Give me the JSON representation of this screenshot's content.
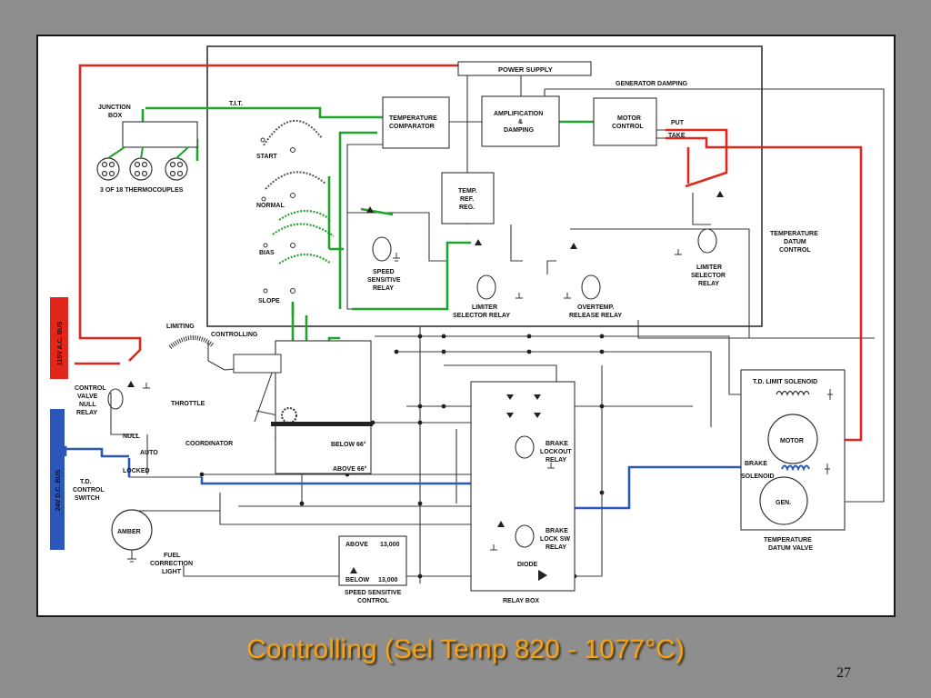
{
  "slide": {
    "title": "Controlling (Sel Temp 820 - 1077°C)",
    "number": "27"
  },
  "colors": {
    "background": "#8e8e8e",
    "panel": "#ffffff",
    "wire": "#3a3a3a",
    "green_circuit": "#1fa32a",
    "red_circuit": "#e2261b",
    "blue_circuit": "#2a57b8",
    "title_text": "#f5a21a"
  },
  "diagram": {
    "labels": {
      "power_supply": "POWER SUPPLY",
      "generator_damping": "GENERATOR DAMPING",
      "tit": "T.I.T.",
      "junction_box_1": "JUNCTION",
      "junction_box_2": "BOX",
      "thermocouples": "3 OF 18 THERMOCOUPLES",
      "temp_comparator_1": "TEMPERATURE",
      "temp_comparator_2": "COMPARATOR",
      "amplification_1": "AMPLIFICATION",
      "amplification_2": "&",
      "amplification_3": "DAMPING",
      "motor_control_1": "MOTOR",
      "motor_control_2": "CONTROL",
      "put": "PUT",
      "take": "TAKE",
      "temp_ref_1": "TEMP.",
      "temp_ref_2": "REF.",
      "temp_ref_3": "REG.",
      "start": "START",
      "normal": "NORMAL",
      "bias": "BIAS",
      "slope": "SLOPE",
      "speed_relay_1": "SPEED",
      "speed_relay_2": "SENSITIVE",
      "speed_relay_3": "RELAY",
      "limiter_relay_a_1": "LIMITER",
      "limiter_relay_a_2": "SELECTOR RELAY",
      "overtemp_1": "OVERTEMP.",
      "overtemp_2": "RELEASE RELAY",
      "limiter_relay_b_1": "LIMITER",
      "limiter_relay_b_2": "SELECTOR",
      "limiter_relay_b_3": "RELAY",
      "td_control_1": "TEMPERATURE",
      "td_control_2": "DATUM",
      "td_control_3": "CONTROL",
      "bus_115": "115V A.C. BUS",
      "bus_24": "24V D.C. BUS",
      "limiting": "LIMITING",
      "controlling": "CONTROLLING",
      "throttle": "THROTTLE",
      "cv_relay_1": "CONTROL",
      "cv_relay_2": "VALVE",
      "cv_relay_3": "NULL",
      "cv_relay_4": "RELAY",
      "null": "NULL",
      "auto": "AUTO",
      "locked": "LOCKED",
      "coordinator": "COORDINATOR",
      "below_66": "BELOW 66°",
      "above_66": "ABOVE 66°",
      "td_switch_1": "T.D.",
      "td_switch_2": "CONTROL",
      "td_switch_3": "SWITCH",
      "amber": "AMBER",
      "fuel_light_1": "FUEL",
      "fuel_light_2": "CORRECTION",
      "fuel_light_3": "LIGHT",
      "ssc_above": "ABOVE",
      "ssc_13000_a": "13,000",
      "ssc_below": "BELOW",
      "ssc_13000_b": "13,000",
      "ssc_1": "SPEED SENSITIVE",
      "ssc_2": "CONTROL",
      "brake_lockout_1": "BRAKE",
      "brake_lockout_2": "LOCKOUT",
      "brake_lockout_3": "RELAY",
      "brake_lock_sw_1": "BRAKE",
      "brake_lock_sw_2": "LOCK SW",
      "brake_lock_sw_3": "RELAY",
      "diode": "DIODE",
      "relay_box": "RELAY BOX",
      "td_limit_solenoid": "T.D. LIMIT SOLENOID",
      "motor": "MOTOR",
      "brake": "BRAKE",
      "solenoid": "SOLENOID",
      "gen": "GEN.",
      "td_valve_1": "TEMPERATURE",
      "td_valve_2": "DATUM VALVE"
    }
  }
}
